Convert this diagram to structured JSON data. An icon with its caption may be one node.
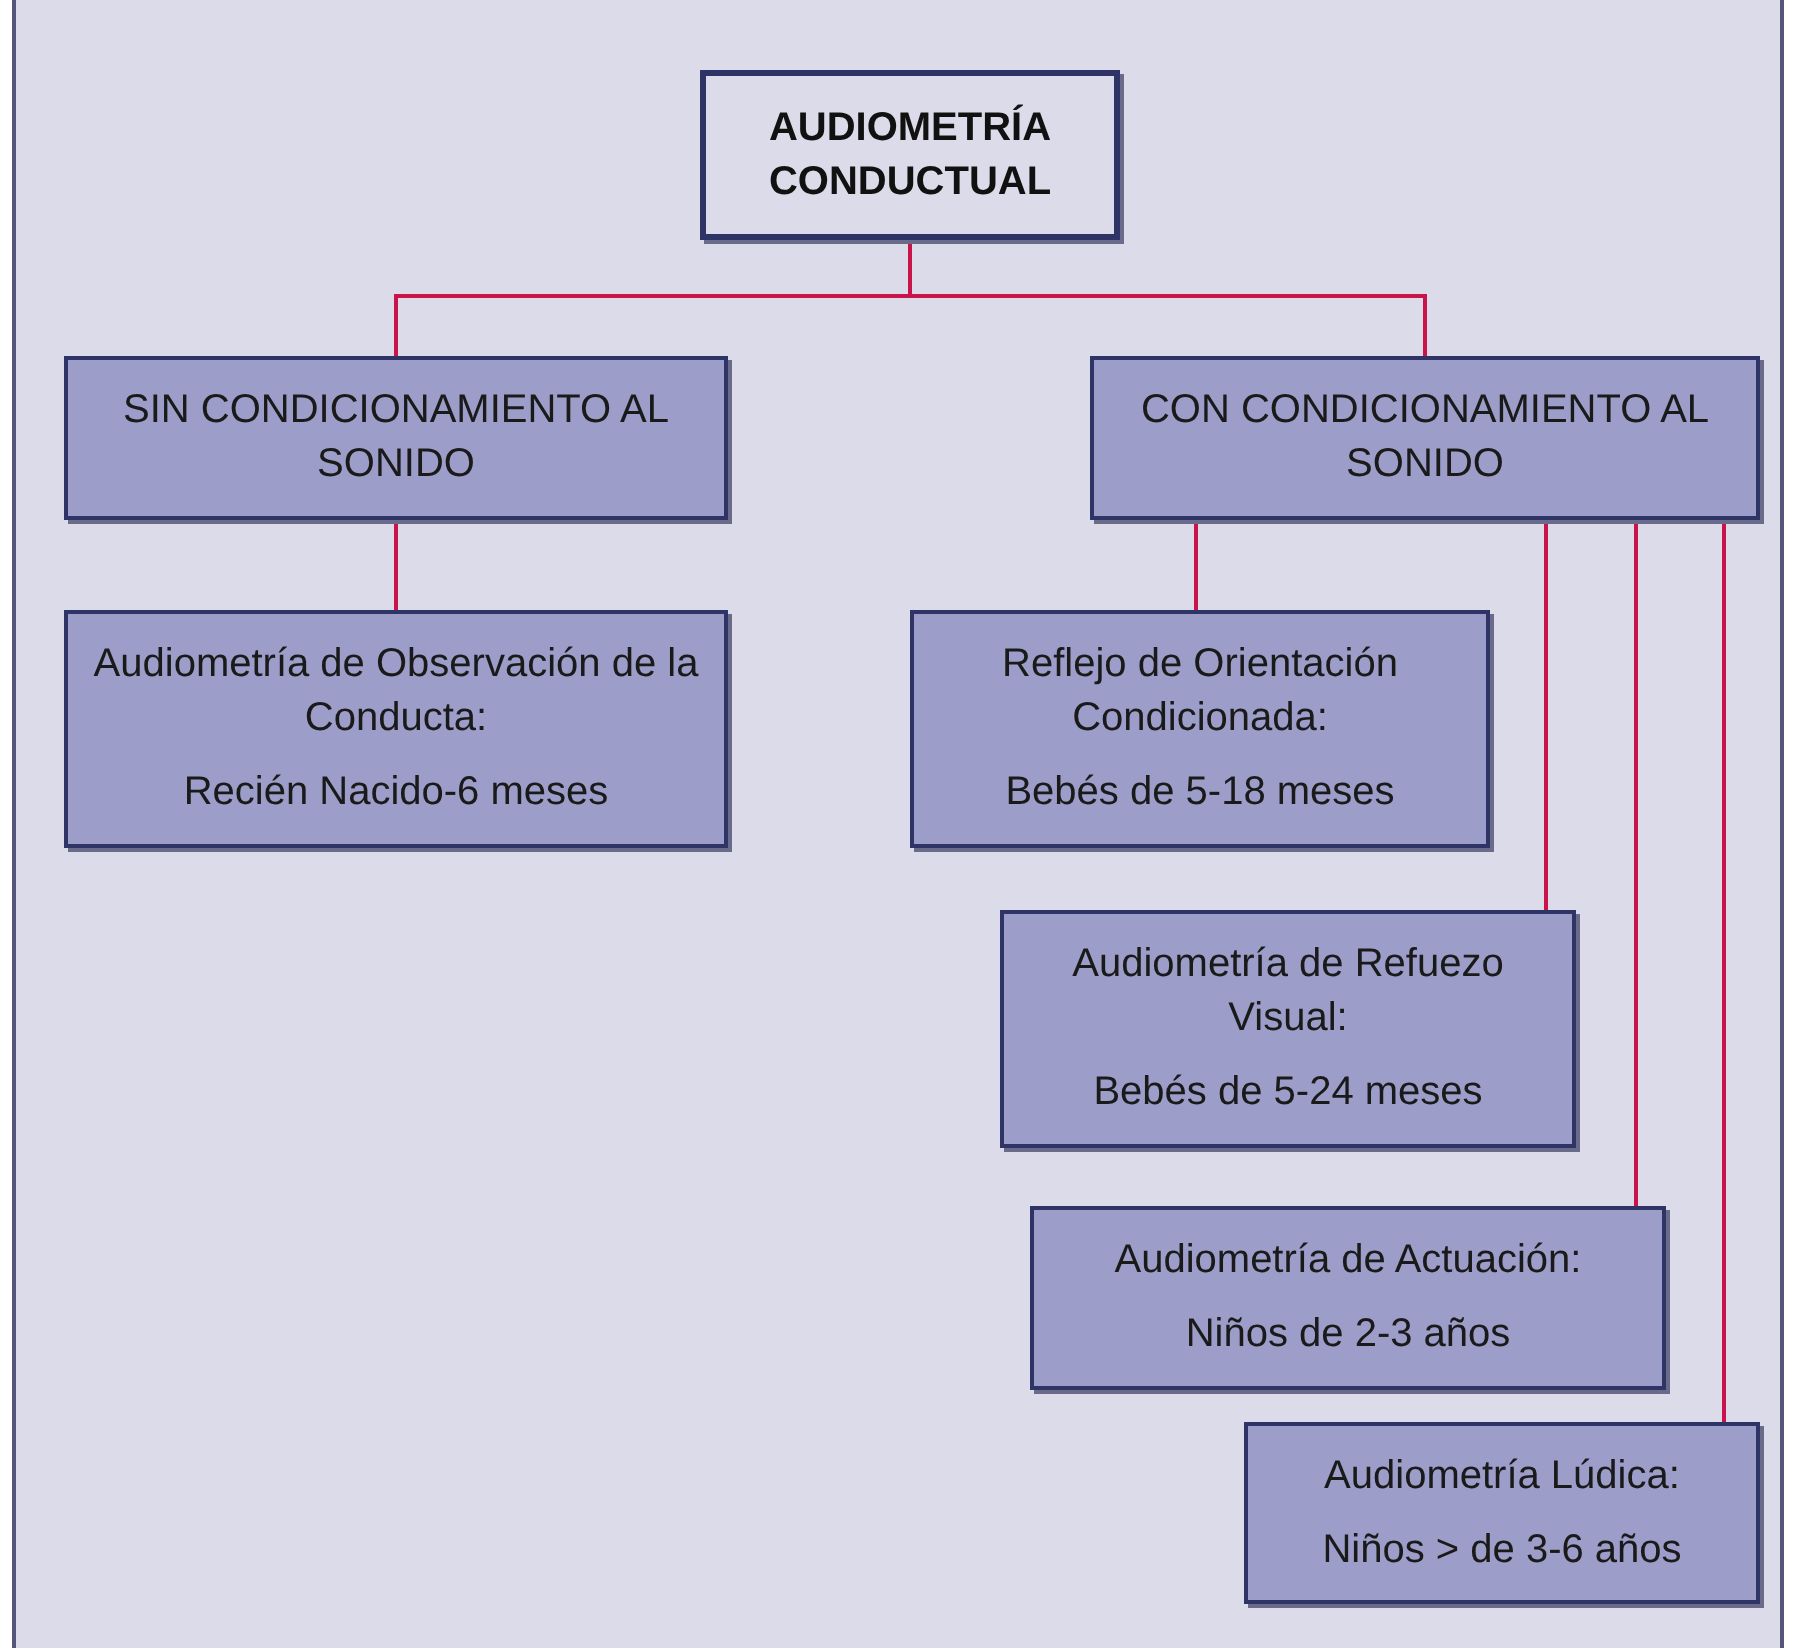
{
  "diagram": {
    "nodes": [
      {
        "text": [
          "AUDIOMETRÍA CONDUCTUAL"
        ]
      },
      {
        "text": [
          "SIN CONDICIONAMIENTO AL SONIDO"
        ]
      },
      {
        "text": [
          "CON CONDICIONAMIENTO AL SONIDO"
        ]
      },
      {
        "text": [
          "Audiometría de Observación de la Conducta:",
          "Recién Nacido-6 meses"
        ]
      },
      {
        "text": [
          "Reflejo de Orientación Condicionada:",
          "Bebés de 5-18 meses"
        ]
      },
      {
        "text": [
          "Audiometría de Refuezo Visual:",
          "Bebés de 5-24 meses"
        ]
      },
      {
        "text": [
          "Audiometría de Actuación:",
          "Niños de 2-3 años"
        ]
      },
      {
        "text": [
          "Audiometría Lúdica:",
          "Niños > de 3-6 años"
        ]
      }
    ],
    "edges": [
      {
        "from": 0,
        "to": 1,
        "arrow": "none"
      },
      {
        "from": 0,
        "to": 2,
        "arrow": "none"
      },
      {
        "from": 1,
        "to": 3,
        "arrow": "none"
      },
      {
        "from": 2,
        "to": 4,
        "arrow": "none"
      },
      {
        "from": 2,
        "to": 5,
        "arrow": "none"
      },
      {
        "from": 2,
        "to": 6,
        "arrow": "none"
      },
      {
        "from": 2,
        "to": 7,
        "arrow": "none"
      }
    ]
  }
}
